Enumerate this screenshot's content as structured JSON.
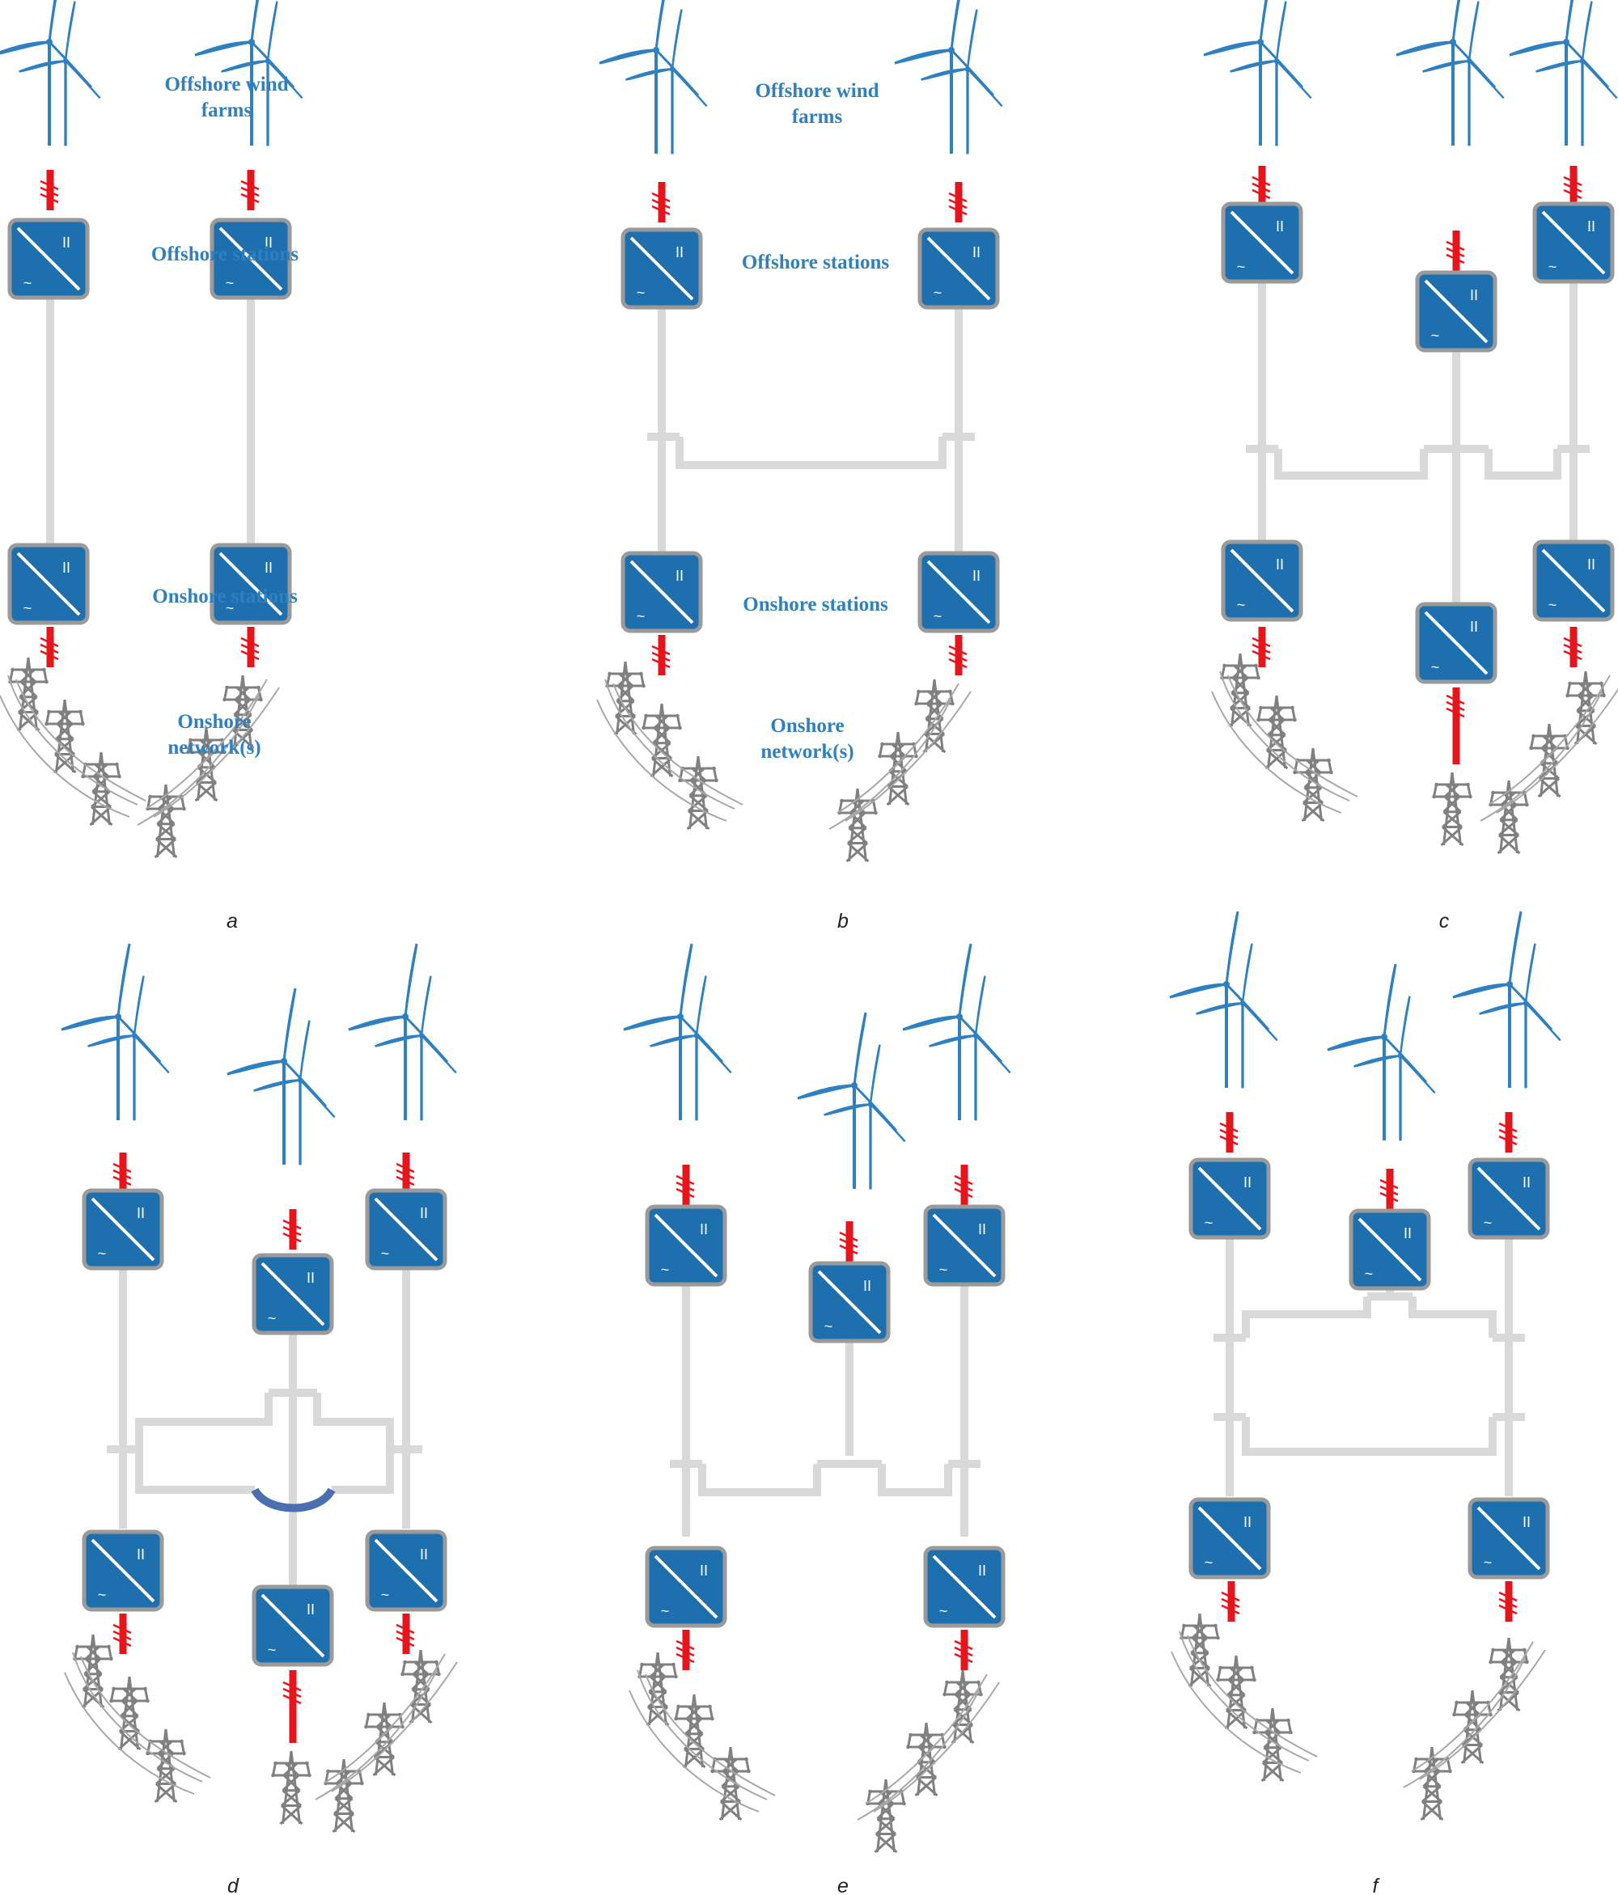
{
  "labels": {
    "offshore_wind_farms_line1": "Offshore wind",
    "offshore_wind_farms_line2": "farms",
    "offshore_stations": "Offshore stations",
    "onshore_stations": "Onshore stations",
    "onshore_network_line1": "Onshore",
    "onshore_network_line2": "network(s)"
  },
  "panels": [
    {
      "id": "a",
      "caption": "a"
    },
    {
      "id": "b",
      "caption": "b"
    },
    {
      "id": "c",
      "caption": "c"
    },
    {
      "id": "d",
      "caption": "d"
    },
    {
      "id": "e",
      "caption": "e"
    },
    {
      "id": "f",
      "caption": "f"
    }
  ],
  "icons": [
    "wind-turbine-icon",
    "converter-station-icon",
    "transmission-tower-icon",
    "ac-cable-icon",
    "dc-cable-icon",
    "dc-breaker-icon"
  ],
  "colors": {
    "turbine": "#2f80c0",
    "converter_fill": "#1d6fae",
    "converter_border": "#9a9a9a",
    "ac_link": "#e8141b",
    "dc_link": "#d9d9d9",
    "tower": "#808080",
    "label_text": "#2f80c0",
    "crossover": "#4a6fb0"
  }
}
